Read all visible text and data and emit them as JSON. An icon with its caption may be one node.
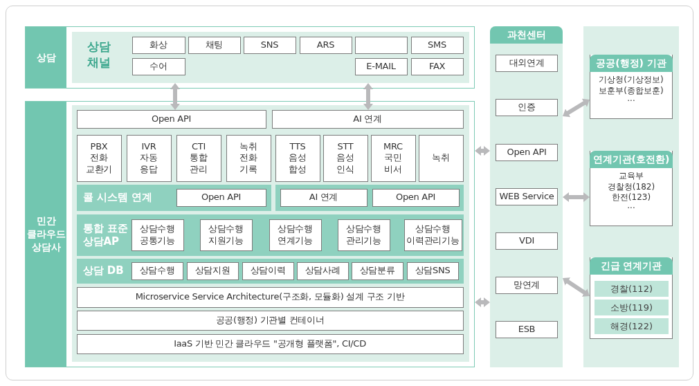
{
  "diagram": {
    "nodes": [
      {
        "text": [
          "상담"
        ]
      },
      {
        "text": [
          "상담 채널"
        ],
        "in": 0
      },
      {
        "text": [
          "화상"
        ],
        "in": 1
      },
      {
        "text": [
          "채팅"
        ],
        "in": 1
      },
      {
        "text": [
          "SNS"
        ],
        "in": 1
      },
      {
        "text": [
          "ARS"
        ],
        "in": 1
      },
      {
        "text": [],
        "shape": "box",
        "in": 1
      },
      {
        "text": [
          "SMS"
        ],
        "in": 1
      },
      {
        "text": [
          "수어"
        ],
        "in": 1
      },
      {
        "text": [
          "E-MAIL"
        ],
        "in": 1
      },
      {
        "text": [
          "FAX"
        ],
        "in": 1
      },
      {
        "text": [
          "민간 클라우드 상담사"
        ]
      },
      {
        "text": [
          "Open API"
        ],
        "in": 11
      },
      {
        "text": [
          "AI 연계"
        ],
        "in": 11
      },
      {
        "text": [
          "PBX 전화 교환기"
        ],
        "in": 11
      },
      {
        "text": [
          "IVR 자동 응답"
        ],
        "in": 11
      },
      {
        "text": [
          "CTI 통합 관리"
        ],
        "in": 11
      },
      {
        "text": [
          "녹취 전화 기록"
        ],
        "in": 11
      },
      {
        "text": [
          "TTS 음성 합성"
        ],
        "in": 11
      },
      {
        "text": [
          "STT 음성 인식"
        ],
        "in": 11
      },
      {
        "text": [
          "MRC 국민 비서"
        ],
        "in": 11
      },
      {
        "text": [
          "녹취"
        ],
        "in": 11
      },
      {
        "text": [
          "콜 시스템 연계"
        ],
        "in": 11
      },
      {
        "text": [
          "Open API"
        ],
        "in": 22
      },
      {
        "text": [],
        "shape": "box",
        "in": 11
      },
      {
        "text": [
          "AI 연계"
        ],
        "in": 24
      },
      {
        "text": [
          "Open API"
        ],
        "in": 24
      },
      {
        "text": [
          "통합 표준 상담AP"
        ],
        "in": 11
      },
      {
        "text": [
          "상담수행 공통기능"
        ],
        "in": 27
      },
      {
        "text": [
          "상담수행 지원기능"
        ],
        "in": 27
      },
      {
        "text": [
          "상담수행 연계기능"
        ],
        "in": 27
      },
      {
        "text": [
          "상담수행 관리기능"
        ],
        "in": 27
      },
      {
        "text": [
          "상담수행 이력관리기능"
        ],
        "in": 27
      },
      {
        "text": [
          "상담 DB"
        ],
        "in": 11
      },
      {
        "text": [
          "상담수행"
        ],
        "in": 33
      },
      {
        "text": [
          "상담지원"
        ],
        "in": 33
      },
      {
        "text": [
          "상담이력"
        ],
        "in": 33
      },
      {
        "text": [
          "상담사례"
        ],
        "in": 33
      },
      {
        "text": [
          "상담분류"
        ],
        "in": 33
      },
      {
        "text": [
          "상담SNS"
        ],
        "in": 33
      },
      {
        "text": [
          "Microservice Service Architecture(구조화, 모듈화) 설계 구조 기반"
        ],
        "in": 11
      },
      {
        "text": [
          "공공(행정) 기관별 컨테이너"
        ],
        "in": 11
      },
      {
        "text": [
          "IaaS 기반 민간 클라우드 \"공개형 플랫폼\", CI/CD"
        ],
        "in": 11
      },
      {
        "text": [
          "과천센터"
        ]
      },
      {
        "text": [
          "대외연계"
        ],
        "in": 43
      },
      {
        "text": [
          "인증"
        ],
        "in": 43
      },
      {
        "text": [
          "Open API"
        ],
        "in": 43
      },
      {
        "text": [
          "WEB Service"
        ],
        "in": 43
      },
      {
        "text": [
          "VDI"
        ],
        "in": 43
      },
      {
        "text": [
          "망연계"
        ],
        "in": 43
      },
      {
        "text": [
          "ESB"
        ],
        "in": 43
      },
      {
        "text": [
          "공공(행정) 기관",
          "기상청(기상정보) 보훈부(종합보훈)",
          "···"
        ]
      },
      {
        "text": [
          "연계기관(호전환)",
          "교육부 경찰청(182) 한전(123)",
          "···"
        ]
      },
      {
        "text": [
          "긴급 연계기관"
        ]
      },
      {
        "text": [
          "경찰(112)"
        ],
        "in": 53
      },
      {
        "text": [
          "소방(119)"
        ],
        "in": 53
      },
      {
        "text": [
          "해경(122)"
        ],
        "in": 53
      }
    ],
    "edges": [
      {
        "from": 1,
        "to": 12,
        "arrow": "both"
      },
      {
        "from": 1,
        "to": 13,
        "arrow": "both"
      },
      {
        "from": 11,
        "to": 43,
        "arrow": "both"
      },
      {
        "from": 11,
        "to": 43,
        "arrow": "both"
      },
      {
        "from": 43,
        "to": 51,
        "arrow": "both"
      },
      {
        "from": 43,
        "to": 52,
        "arrow": "both"
      },
      {
        "from": 43,
        "to": 53,
        "arrow": "both"
      }
    ]
  }
}
